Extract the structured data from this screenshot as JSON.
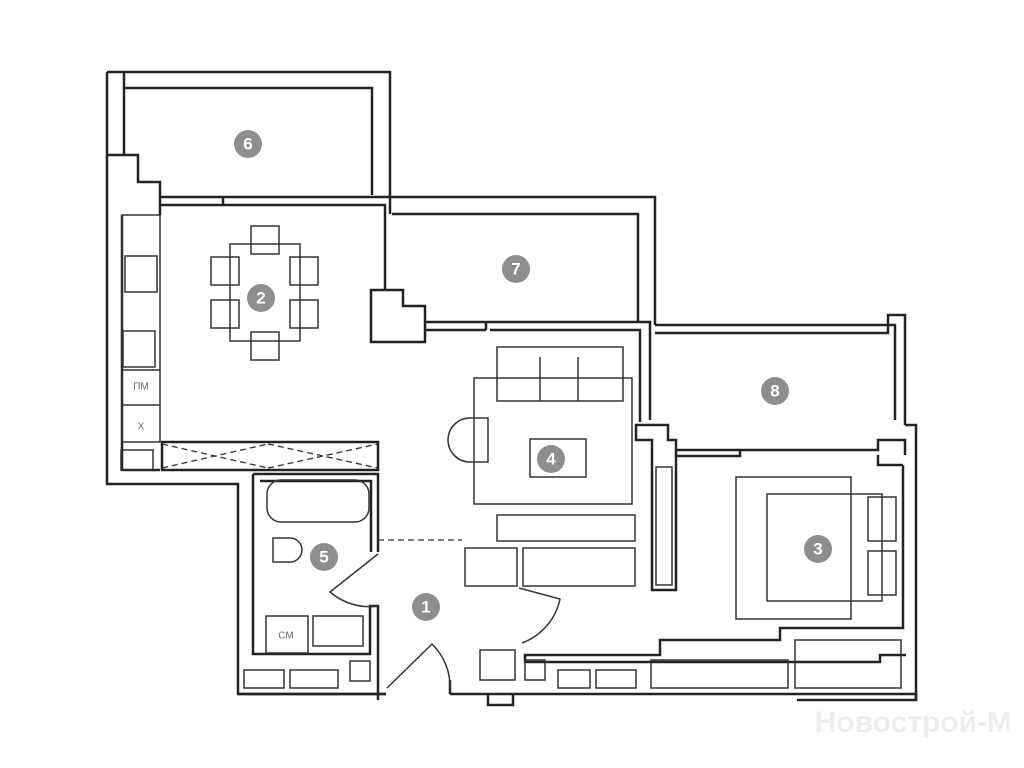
{
  "plan": {
    "rooms": [
      {
        "number": "1"
      },
      {
        "number": "2"
      },
      {
        "number": "3"
      },
      {
        "number": "4"
      },
      {
        "number": "5"
      },
      {
        "number": "6"
      },
      {
        "number": "7"
      },
      {
        "number": "8"
      }
    ],
    "labels": {
      "fridge": "Х",
      "dishwasher": "ПМ",
      "washer": "СМ"
    },
    "badge_color": "#8e8e8e"
  },
  "watermark": "Новострой-М"
}
